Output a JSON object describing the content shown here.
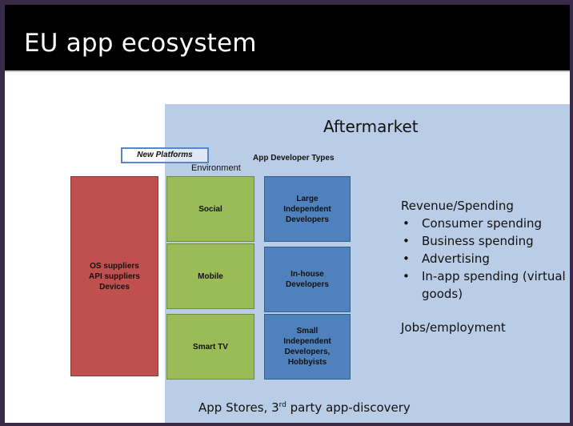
{
  "title": "EU app ecosystem",
  "aftermarket": "Aftermarket",
  "new_platforms": "New Platforms",
  "environment": "Environment",
  "app_developer_types": "App Developer Types",
  "suppliers": [
    "OS suppliers",
    "API suppliers",
    "Devices"
  ],
  "environments": [
    "Social",
    "Mobile",
    "Smart TV"
  ],
  "developer_types": [
    [
      "Large",
      "Independent",
      "Developers"
    ],
    [
      "In-house",
      "Developers"
    ],
    [
      "Small",
      "Independent",
      "Developers,",
      "Hobbyists"
    ]
  ],
  "revenue": {
    "title": "Revenue/Spending",
    "items": [
      "Consumer spending",
      "Business spending",
      "Advertising",
      "In-app spending (virtual goods)"
    ]
  },
  "jobs": "Jobs/employment",
  "bottom": {
    "prefix": "App Stores, 3",
    "sup": "rd",
    "suffix": " party app-discovery"
  },
  "colors": {
    "title_bar": "#000000",
    "aftermarket_bg": "#b9cde6",
    "supplier_red": "#c0504d",
    "environment_green": "#9bbb59",
    "developer_blue": "#4f81bd"
  }
}
